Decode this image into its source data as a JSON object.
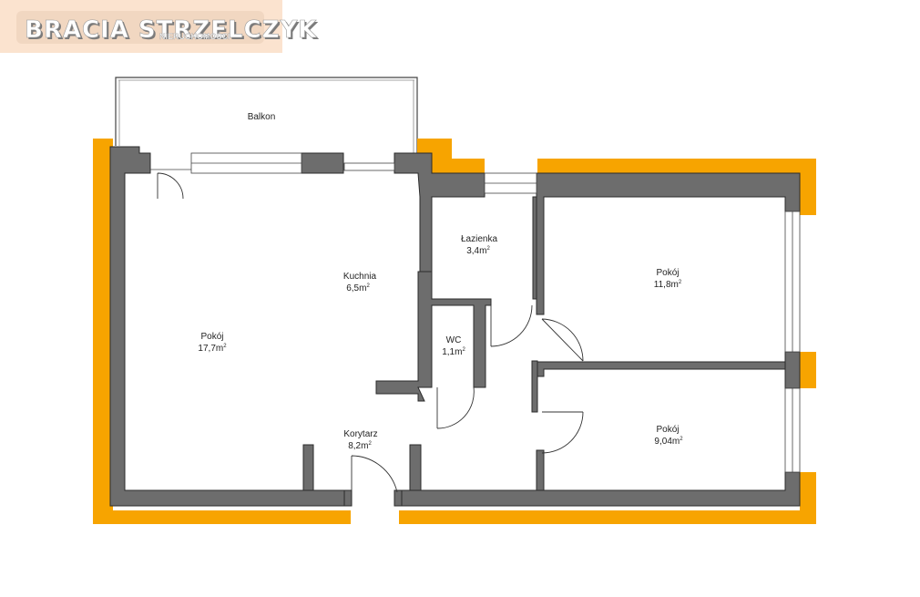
{
  "brand": {
    "name": "BRACIA STRZELCZYK",
    "subtitle": "NIERUCHOMOŚCI"
  },
  "rooms": [
    {
      "id": "balkon",
      "name": "Balkon",
      "area": "",
      "unit": ""
    },
    {
      "id": "kuchnia",
      "name": "Kuchnia",
      "area": "6,5m",
      "unit": "2"
    },
    {
      "id": "lazienka",
      "name": "Łazienka",
      "area": "3,4m",
      "unit": "2"
    },
    {
      "id": "pokoj-right-top",
      "name": "Pokój",
      "area": "11,8m",
      "unit": "2"
    },
    {
      "id": "pokoj-left",
      "name": "Pokój",
      "area": "17,7m",
      "unit": "2"
    },
    {
      "id": "wc",
      "name": "WC",
      "area": "1,1m",
      "unit": "2"
    },
    {
      "id": "korytarz",
      "name": "Korytarz",
      "area": "8,2m",
      "unit": "2"
    },
    {
      "id": "pokoj-right-bottom",
      "name": "Pokój",
      "area": "9,04m",
      "unit": "2"
    }
  ],
  "colors": {
    "wall": "#6d6d6d",
    "wall_stroke": "#2b2b2b",
    "insulation": "#f7a400",
    "brand_bg": "#fbe3cf",
    "brand_text": "#ffffff",
    "brand_text_shadow": "#7a7a7a"
  }
}
